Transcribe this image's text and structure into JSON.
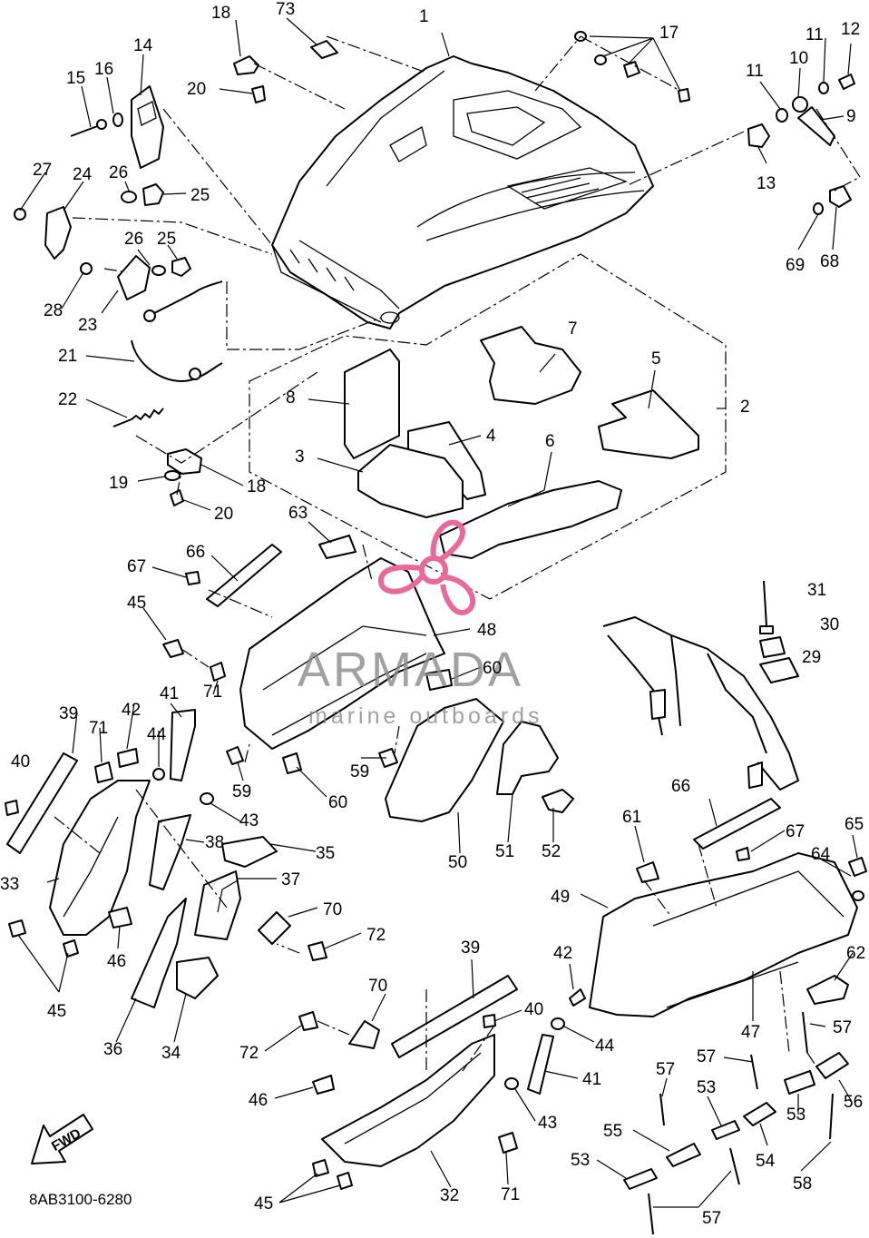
{
  "diagram": {
    "figure_code": "8AB3100-6280",
    "direction_label": "FWD",
    "watermark": {
      "name": "ARMADA",
      "tagline": "marine outboards",
      "logo_color": "#e86a9a",
      "text_color": "#8a8a8a"
    },
    "callouts": {
      "c1": "1",
      "c2": "2",
      "c3": "3",
      "c4": "4",
      "c5": "5",
      "c6": "6",
      "c7": "7",
      "c8": "8",
      "c9": "9",
      "c10": "10",
      "c11a": "11",
      "c11b": "11",
      "c12": "12",
      "c13": "13",
      "c14": "14",
      "c15": "15",
      "c16": "16",
      "c17": "17",
      "c18a": "18",
      "c18b": "18",
      "c19": "19",
      "c20a": "20",
      "c20b": "20",
      "c21": "21",
      "c22": "22",
      "c23": "23",
      "c24": "24",
      "c25a": "25",
      "c25b": "25",
      "c26a": "26",
      "c26b": "26",
      "c27": "27",
      "c28": "28",
      "c29": "29",
      "c30": "30",
      "c31": "31",
      "c32": "32",
      "c33": "33",
      "c34": "34",
      "c35": "35",
      "c36": "36",
      "c37": "37",
      "c38": "38",
      "c39a": "39",
      "c39b": "39",
      "c40a": "40",
      "c40b": "40",
      "c41a": "41",
      "c41b": "41",
      "c42a": "42",
      "c42b": "42",
      "c43a": "43",
      "c43b": "43",
      "c44a": "44",
      "c44b": "44",
      "c45a": "45",
      "c45b": "45",
      "c45c": "45",
      "c46a": "46",
      "c46b": "46",
      "c47": "47",
      "c48": "48",
      "c49": "49",
      "c50": "50",
      "c51": "51",
      "c52": "52",
      "c53a": "53",
      "c53b": "53",
      "c53c": "53",
      "c54": "54",
      "c55": "55",
      "c56": "56",
      "c57a": "57",
      "c57b": "57",
      "c57c": "57",
      "c57d": "57",
      "c58": "58",
      "c59a": "59",
      "c59b": "59",
      "c60a": "60",
      "c60b": "60",
      "c61": "61",
      "c62": "62",
      "c63": "63",
      "c64": "64",
      "c65": "65",
      "c66a": "66",
      "c66b": "66",
      "c67a": "67",
      "c67b": "67",
      "c68": "68",
      "c69": "69",
      "c70a": "70",
      "c70b": "70",
      "c71a": "71",
      "c71b": "71",
      "c71c": "71",
      "c72a": "72",
      "c72b": "72",
      "c73": "73"
    }
  }
}
